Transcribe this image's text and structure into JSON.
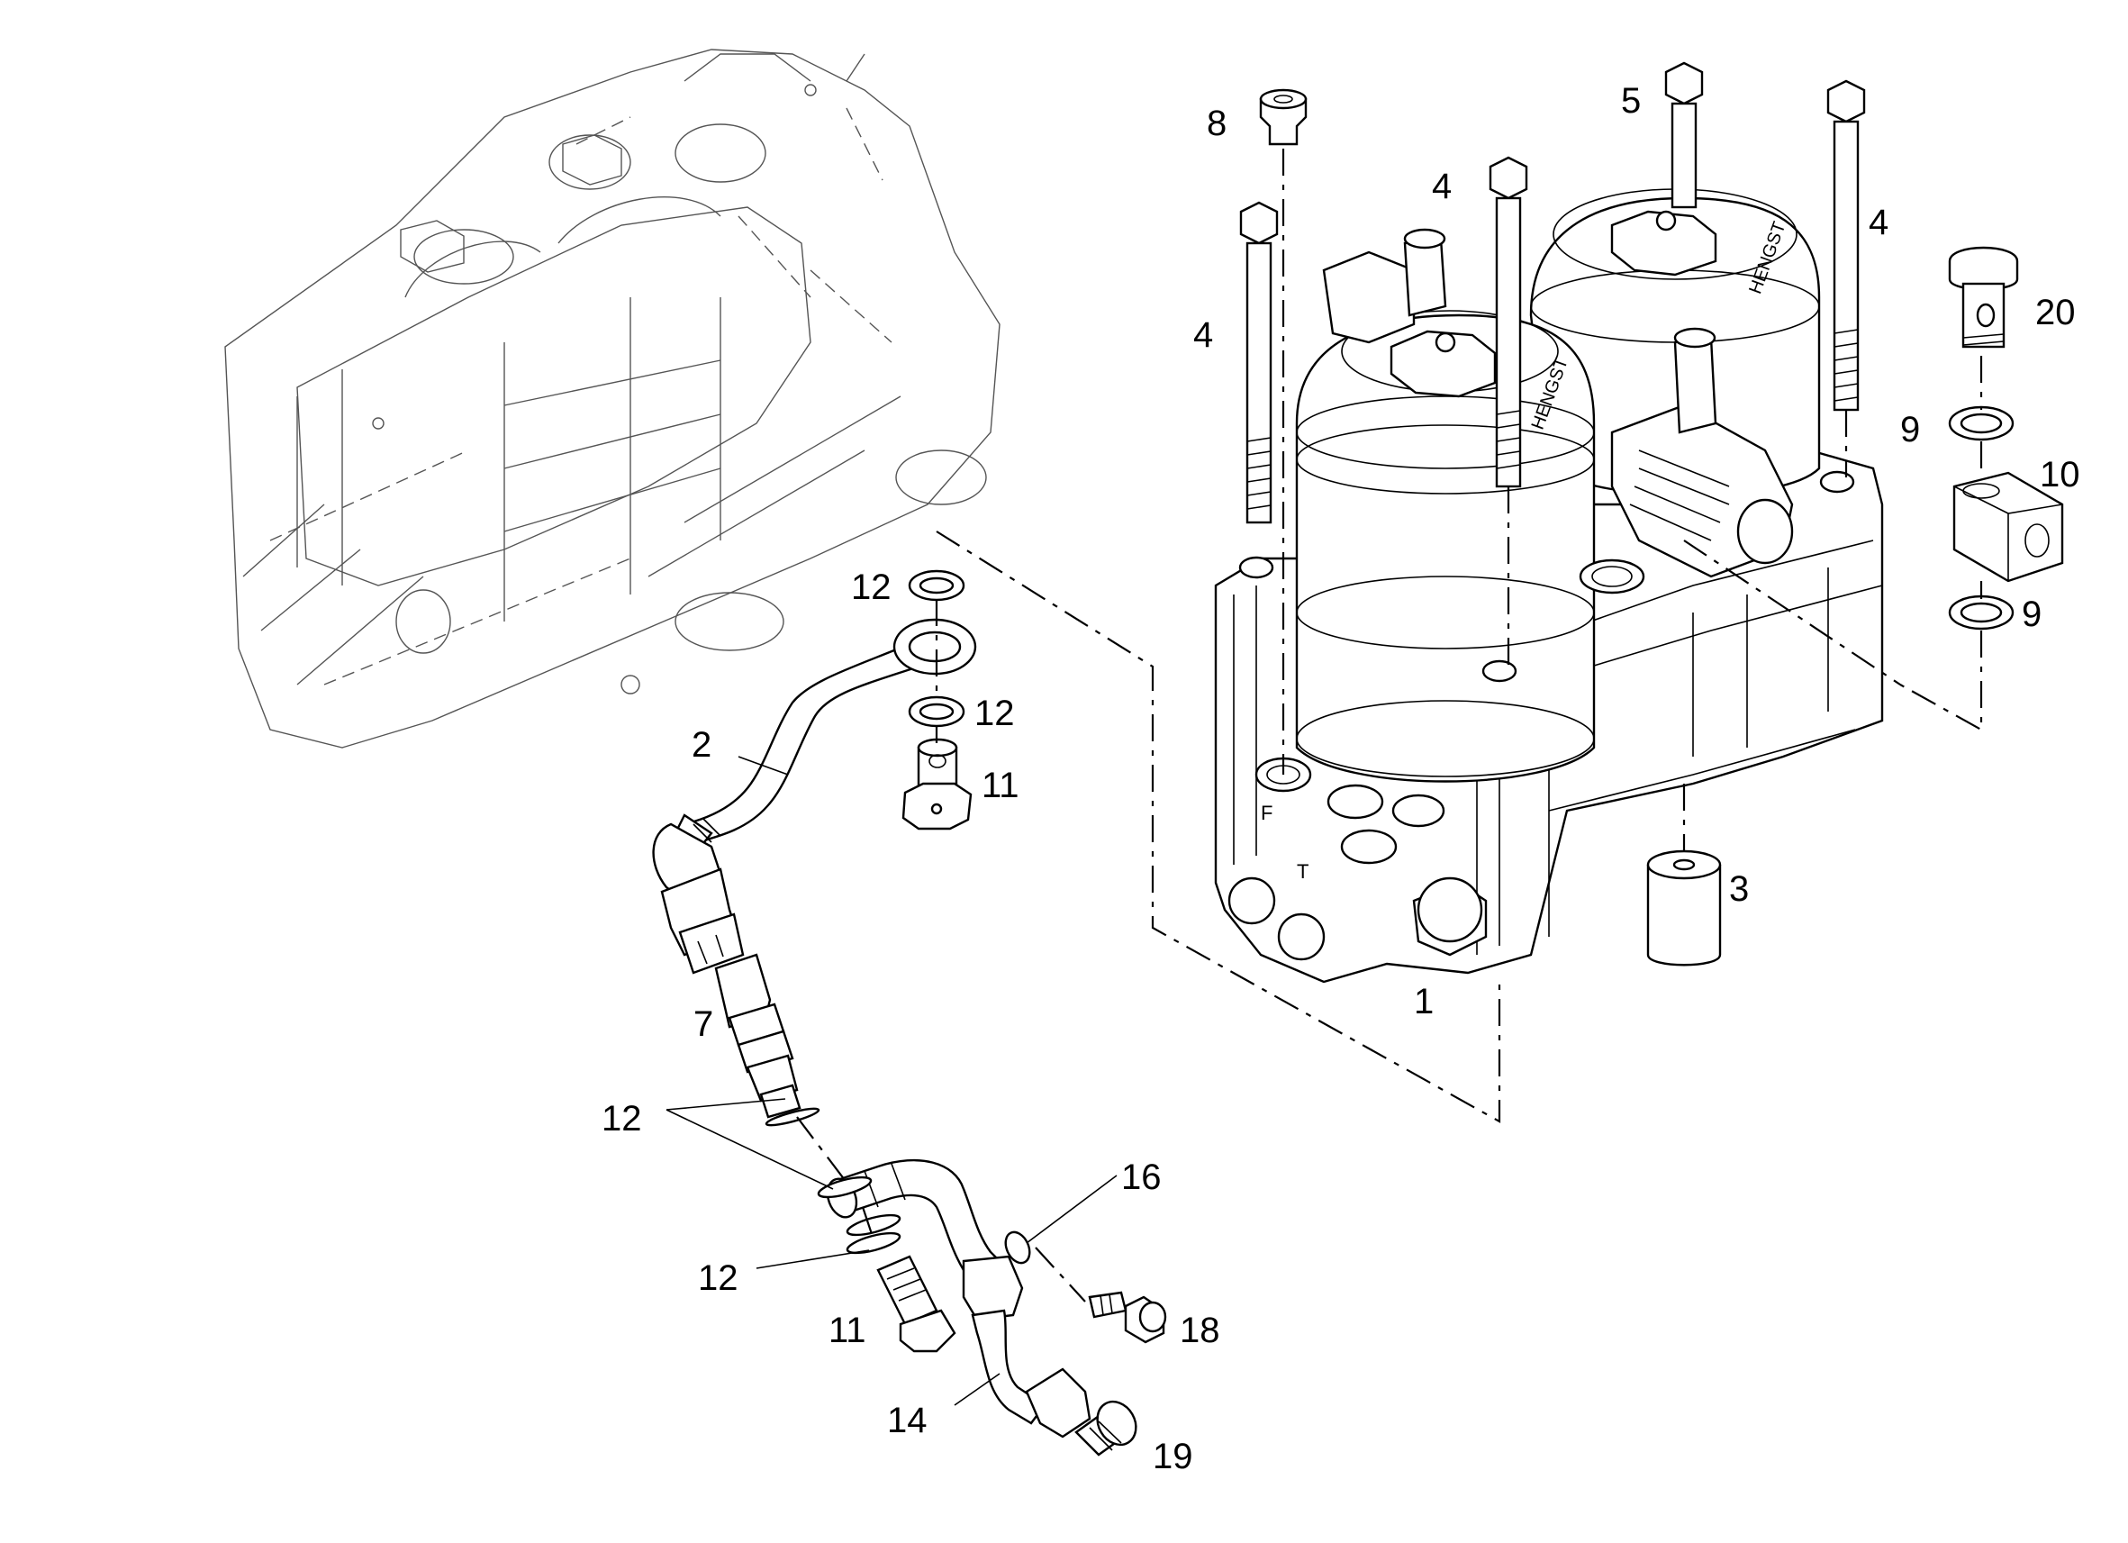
{
  "diagram": {
    "callouts": {
      "c1": "1",
      "c2": "2",
      "c3": "3",
      "c4a": "4",
      "c4b": "4",
      "c4c": "4",
      "c5": "5",
      "c7": "7",
      "c8": "8",
      "c9a": "9",
      "c9b": "9",
      "c10": "10",
      "c11a": "11",
      "c11b": "11",
      "c12a": "12",
      "c12b": "12",
      "c12c": "12",
      "c12d": "12",
      "c14": "14",
      "c16": "16",
      "c18": "18",
      "c19": "19",
      "c20": "20"
    },
    "colors": {
      "ink": "#000000",
      "paper": "#ffffff",
      "ghost": "#555555"
    }
  }
}
